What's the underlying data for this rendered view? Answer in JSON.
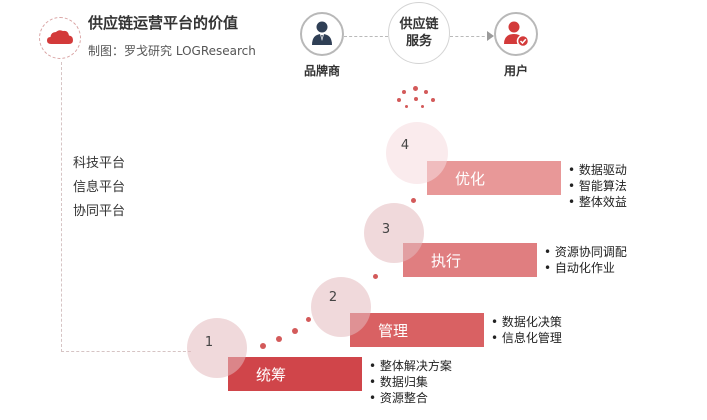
{
  "header": {
    "title": "供应链运营平台的价值",
    "credit": "制图：罗戈研究 LOGResearch"
  },
  "platforms": [
    "科技平台",
    "信息平台",
    "协同平台"
  ],
  "flow": {
    "brand_label": "品牌商",
    "service_label": "供应链服务",
    "service_line1": "供应链",
    "service_line2": "服务",
    "user_label": "用户"
  },
  "steps": [
    {
      "number": "1",
      "label": "统筹",
      "color": "#d0454a",
      "bullets": [
        "整体解决方案",
        "数据归集",
        "资源整合"
      ]
    },
    {
      "number": "2",
      "label": "管理",
      "color": "#d96163",
      "bullets": [
        "数据化决策",
        "信息化管理"
      ]
    },
    {
      "number": "3",
      "label": "执行",
      "color": "#e07e80",
      "bullets": [
        "资源协同调配",
        "自动化作业"
      ]
    },
    {
      "number": "4",
      "label": "优化",
      "color": "#e89898",
      "bullets": [
        "数据驱动",
        "智能算法",
        "整体效益"
      ]
    }
  ],
  "colors": {
    "accent": "#d33a3a",
    "dots": "#d35a5a",
    "icon_dark": "#2f3f55"
  },
  "icons": {
    "logo": "cloud-icon",
    "brand": "business-person-icon",
    "user": "user-check-icon"
  }
}
